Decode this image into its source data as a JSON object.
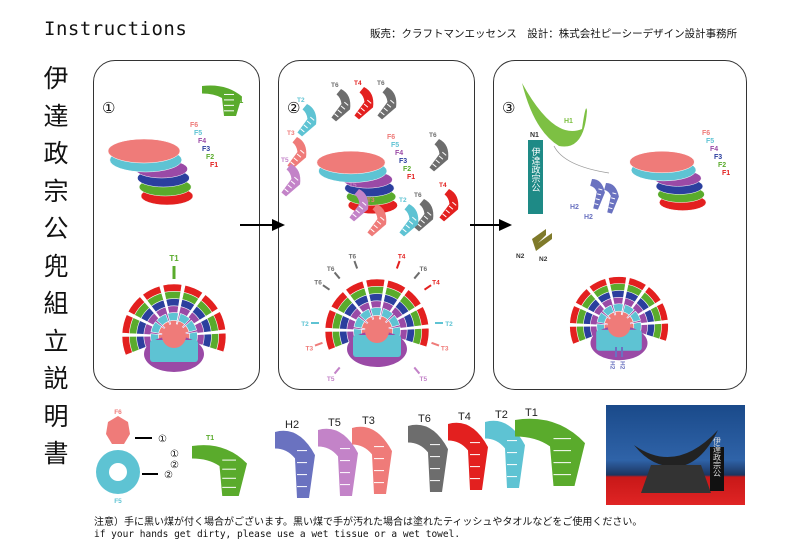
{
  "header": {
    "title": "Instructions",
    "credits": "販売：クラフトマンエッセンス　設計：株式会社ピーシーデザイン設計事務所"
  },
  "vertical_title": [
    "伊",
    "達",
    "政",
    "宗",
    "公",
    "兜",
    "組",
    "立",
    "説",
    "明",
    "書"
  ],
  "colors": {
    "F1": "#e3201f",
    "F2": "#5aab2c",
    "F3": "#2b3f9e",
    "F4": "#9a4aa6",
    "F5": "#5ec3d3",
    "F6": "#ef7b79",
    "T6": "#6d6d6d",
    "T4": "#e3201f",
    "T2": "#5ec3d3",
    "T1": "#5aab2c",
    "T3": "#ef7b79",
    "T5": "#c383c8",
    "H2": "#6a72c0",
    "H1": "#7dc043",
    "N1": "#1e8a86",
    "N2": "#7f7a2a"
  },
  "panel1": {
    "step": "①",
    "t1_top": "T1",
    "t1_bottom": "T1",
    "stack_labels": [
      "F6",
      "F5",
      "F4",
      "F3",
      "F2",
      "F1"
    ]
  },
  "panel2": {
    "step": "②",
    "stack_labels": [
      "F6",
      "F5",
      "F4",
      "F3",
      "F2",
      "F1"
    ],
    "parts": [
      "T6",
      "T4",
      "T6",
      "T2",
      "T3",
      "T5",
      "T6",
      "T4",
      "T6",
      "T2",
      "T3",
      "T5"
    ],
    "fan_labels": [
      "T6",
      "T4",
      "T6",
      "T6",
      "T4",
      "T6",
      "T2",
      "T2",
      "T3",
      "T3",
      "T5",
      "T5"
    ]
  },
  "panel3": {
    "step": "③",
    "h1": "H1",
    "n1": "N1",
    "n1_text": "伊達政宗公",
    "n2a": "N2",
    "n2b": "N2",
    "h2a": "H2",
    "h2b": "H2",
    "stack_labels": [
      "F6",
      "F5",
      "F4",
      "F3",
      "F2",
      "F1"
    ],
    "bottom_h2a": "H2",
    "bottom_h2b": "H2"
  },
  "parts_row": {
    "f6": "F6",
    "f5": "F5",
    "mark1": "①",
    "mark2": "②",
    "t1_small": "T1",
    "labels": [
      "H2",
      "T5",
      "T3",
      "T6",
      "T4",
      "T2",
      "T1"
    ]
  },
  "photo": {
    "label": "伊達政宗公"
  },
  "notes": {
    "jp": "注意）手に黒い煤が付く場合がございます。黒い煤で手が汚れた場合は塗れたティッシュやタオルなどをご使用ください。",
    "en": "if your hands get dirty, please use a wet tissue or a wet towel."
  }
}
